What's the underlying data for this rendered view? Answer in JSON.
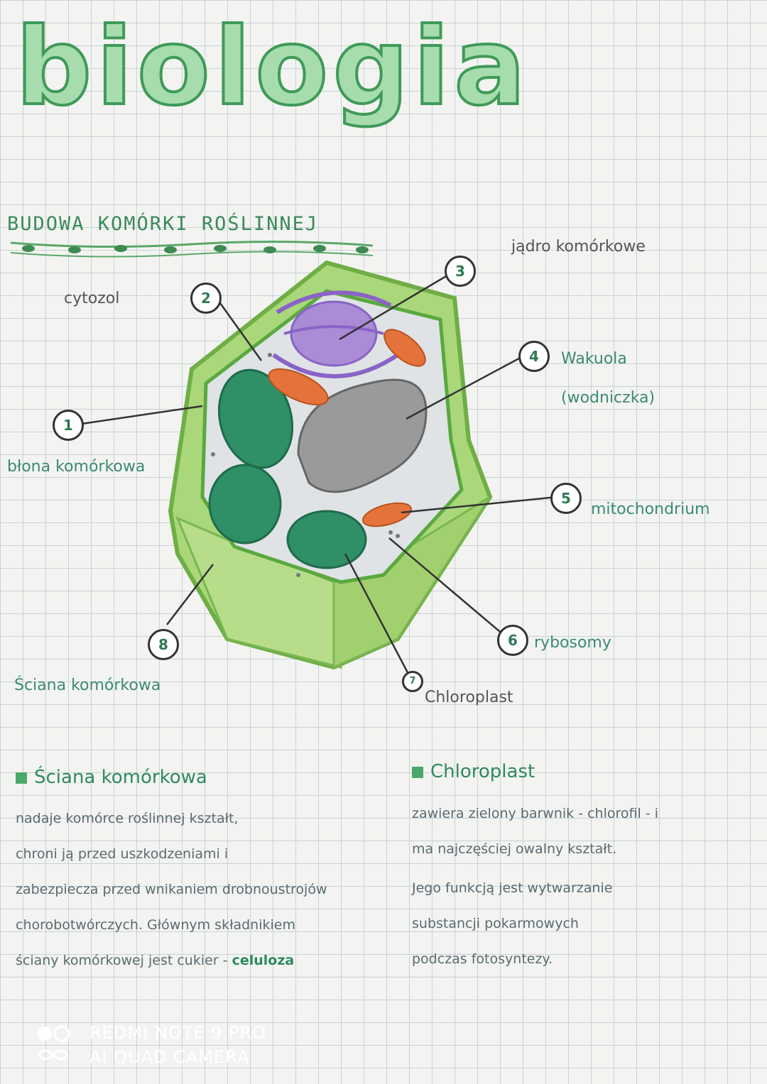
{
  "title": "biologia",
  "subtitle": "BUDOWA KOMÓRKI ROŚLINNEJ",
  "labels": {
    "l1": {
      "num": "1",
      "text": "błona komórkowa"
    },
    "l2": {
      "num": "2",
      "text": "cytozol"
    },
    "l3": {
      "num": "3",
      "text": "jądro komórkowe"
    },
    "l4": {
      "num": "4",
      "text": "Wakuola",
      "text2": "(wodniczka)"
    },
    "l5": {
      "num": "5",
      "text": "mitochondrium"
    },
    "l6": {
      "num": "6",
      "text": "rybosomy"
    },
    "l7": {
      "num": "7",
      "text": "Chloroplast"
    },
    "l8": {
      "num": "8",
      "text": "Ściana komórkowa"
    }
  },
  "sections": {
    "left": {
      "title": "Ściana komórkowa",
      "lines": [
        "nadaje komórce roślinnej kształt,",
        "chroni ją przed uszkodzeniami i",
        "zabezpiecza przed wnikaniem drobnoustrojów",
        "chorobotwórczych. Głównym składnikiem"
      ],
      "last_line": "ściany komórkowej jest cukier - ",
      "last_bold": "celuloza"
    },
    "right": {
      "title": "Chloroplast",
      "lines": [
        "zawiera zielony barwnik - chlorofil - i",
        "ma najczęściej owalny kształt.",
        "Jego funkcją jest wytwarzanie",
        "substancji pokarmowych",
        "podczas fotosyntezy."
      ]
    }
  },
  "watermark": {
    "line1": "REDMI NOTE 9 PRO",
    "line2": "AI QUAD CAMERA"
  },
  "colors": {
    "accent": "#3f9a58",
    "label": "#3b8a70",
    "cell_wall": "#9ccf6a"
  }
}
